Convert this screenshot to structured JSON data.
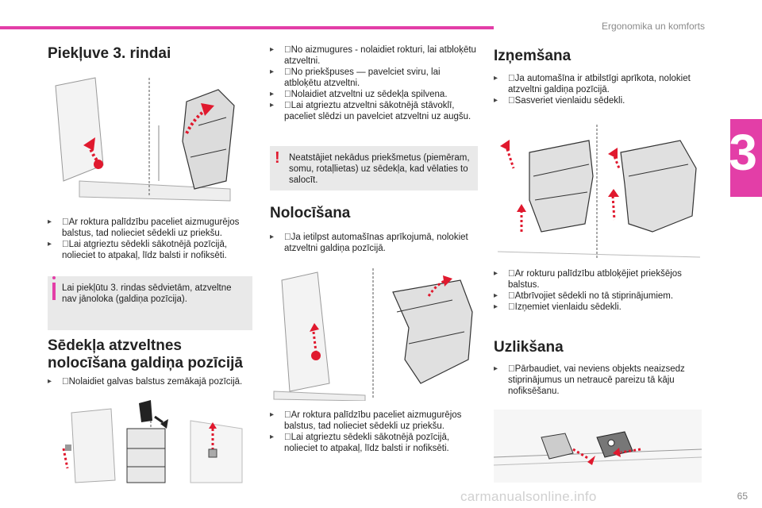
{
  "header": {
    "section": "Ergonomika un komforts",
    "chapter": "3"
  },
  "col1": {
    "title": "Piekļuve 3. rindai",
    "bullets": [
      "Ar roktura palīdzību paceliet aizmugurējos balstus, tad nolieciet sēdekli uz priekšu.",
      "Lai atgrieztu sēdekli sākotnējā pozīcijā, nolieciet to atpakaļ, līdz balsti ir nofiksēti."
    ],
    "info": "Lai piekļūtu 3. rindas sēdvietām, atzveltne nav jānoloka (galdiņa pozīcija).",
    "title2_line1": "Sēdekļa atzveltnes",
    "title2_line2": "nolocīšana galdiņa pozīcijā",
    "bullet3": "Nolaidiet galvas balstus zemākajā pozīcijā."
  },
  "col2": {
    "bullets": [
      "No aizmugures - nolaidiet rokturi, lai atbloķētu atzveltni.",
      "No priekšpuses — pavelciet sviru, lai atbloķētu atzveltni.",
      "Nolaidiet atzveltni uz sēdekļa spilvena.",
      "Lai atgrieztu atzveltni sākotnējā stāvoklī, paceliet slēdzi un pavelciet atzveltni uz augšu."
    ],
    "warning": "Neatstājiet nekādus priekšmetus (piemēram, somu, rotaļlietas) uz sēdekļa, kad vēlaties to salocīt.",
    "title": "Nolocīšana",
    "bullet_fold": "Ja ietilpst automašīnas aprīkojumā, nolokiet atzveltni galdiņa pozīcijā.",
    "bullets2": [
      "Ar roktura palīdzību paceliet aizmugurējos balstus, tad nolieciet sēdekli uz priekšu.",
      "Lai atgrieztu sēdekli sākotnējā pozīcijā, nolieciet to atpakaļ, līdz balsti ir nofiksēti."
    ]
  },
  "col3": {
    "title": "Izņemšana",
    "bullets": [
      "Ja automašīna ir atbilstīgi aprīkota, nolokiet atzveltni galdiņa pozīcijā.",
      "Sasveriet vienlaidu sēdekli."
    ],
    "bullets2": [
      "Ar rokturu palīdzību atbloķējiet priekšējos balstus.",
      "Atbrīvojiet sēdekli no tā stiprinājumiem.",
      "Izņemiet vienlaidu sēdekli."
    ],
    "title2": "Uzlikšana",
    "bullet3": "Pārbaudiet, vai neviens objekts neaizsedz stiprinājumus un netraucē pareizu tā kāju nofiksēšanu."
  },
  "footer": {
    "page": "65",
    "watermark": "carmanualsonline.info"
  },
  "colors": {
    "accent": "#e33ea7",
    "warning": "#e0192e",
    "box": "#e9e9e9"
  },
  "icons": [
    "bullet-icon",
    "info-icon",
    "warning-icon"
  ]
}
